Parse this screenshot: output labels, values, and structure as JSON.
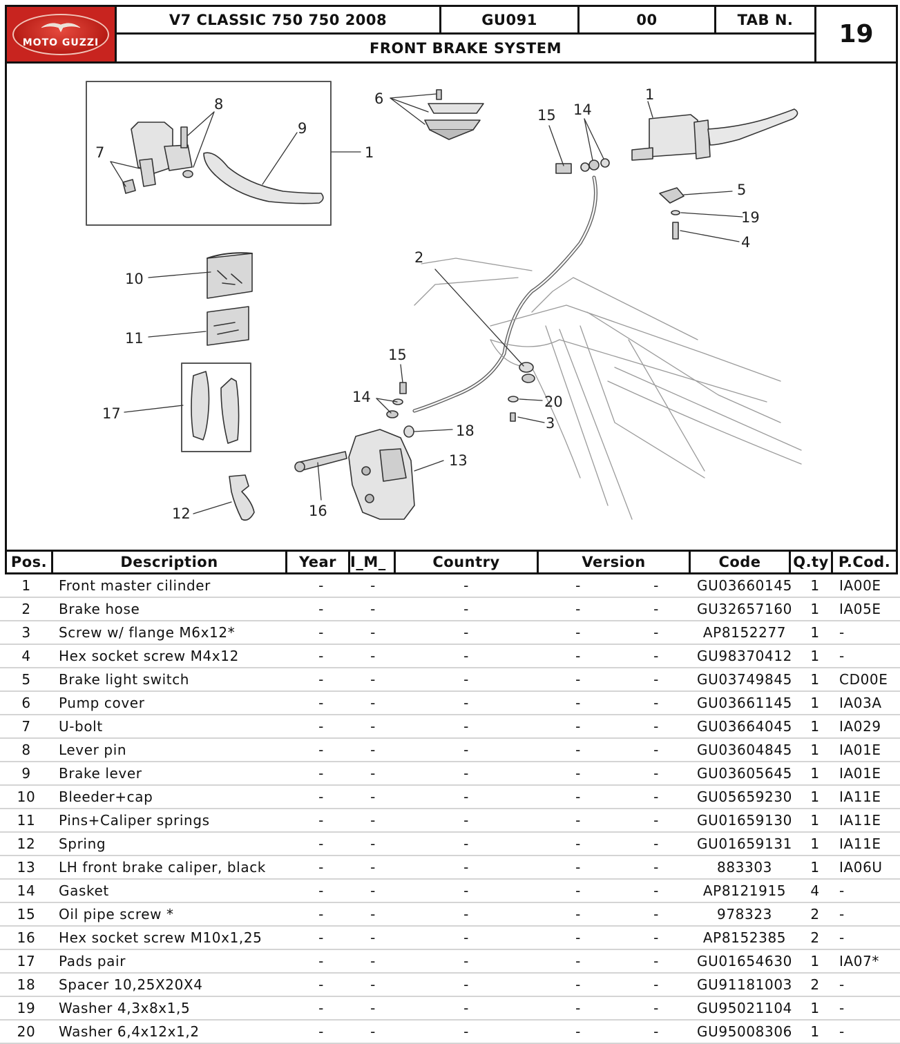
{
  "header": {
    "brand": "MOTO GUZZI",
    "model": "V7 CLASSIC 750 750 2008",
    "code": "GU091",
    "revision": "00",
    "tab_label": "TAB N.",
    "tab_number": "19",
    "section_title": "FRONT BRAKE SYSTEM"
  },
  "diagram": {
    "callouts": [
      "1",
      "1",
      "2",
      "3",
      "4",
      "5",
      "6",
      "7",
      "8",
      "9",
      "10",
      "11",
      "12",
      "13",
      "14",
      "14",
      "15",
      "15",
      "16",
      "17",
      "18",
      "19",
      "20"
    ]
  },
  "table": {
    "columns": [
      "Pos.",
      "Description",
      "Year",
      "I_M_",
      "Country",
      "Version",
      "Code",
      "Q.ty",
      "P.Cod."
    ],
    "rows": [
      {
        "pos": "1",
        "desc": "Front master cilinder",
        "year": "-",
        "im": "-",
        "country": "-",
        "v1": "-",
        "v2": "-",
        "code": "GU03660145",
        "qty": "1",
        "pcod": "IA00E"
      },
      {
        "pos": "2",
        "desc": "Brake hose",
        "year": "-",
        "im": "-",
        "country": "-",
        "v1": "-",
        "v2": "-",
        "code": "GU32657160",
        "qty": "1",
        "pcod": "IA05E"
      },
      {
        "pos": "3",
        "desc": "Screw w/ flange M6x12*",
        "year": "-",
        "im": "-",
        "country": "-",
        "v1": "-",
        "v2": "-",
        "code": "AP8152277",
        "qty": "1",
        "pcod": "-"
      },
      {
        "pos": "4",
        "desc": "Hex socket screw M4x12",
        "year": "-",
        "im": "-",
        "country": "-",
        "v1": "-",
        "v2": "-",
        "code": "GU98370412",
        "qty": "1",
        "pcod": "-"
      },
      {
        "pos": "5",
        "desc": "Brake light switch",
        "year": "-",
        "im": "-",
        "country": "-",
        "v1": "-",
        "v2": "-",
        "code": "GU03749845",
        "qty": "1",
        "pcod": "CD00E"
      },
      {
        "pos": "6",
        "desc": "Pump cover",
        "year": "-",
        "im": "-",
        "country": "-",
        "v1": "-",
        "v2": "-",
        "code": "GU03661145",
        "qty": "1",
        "pcod": "IA03A"
      },
      {
        "pos": "7",
        "desc": "U-bolt",
        "year": "-",
        "im": "-",
        "country": "-",
        "v1": "-",
        "v2": "-",
        "code": "GU03664045",
        "qty": "1",
        "pcod": "IA029"
      },
      {
        "pos": "8",
        "desc": "Lever pin",
        "year": "-",
        "im": "-",
        "country": "-",
        "v1": "-",
        "v2": "-",
        "code": "GU03604845",
        "qty": "1",
        "pcod": "IA01E"
      },
      {
        "pos": "9",
        "desc": "Brake lever",
        "year": "-",
        "im": "-",
        "country": "-",
        "v1": "-",
        "v2": "-",
        "code": "GU03605645",
        "qty": "1",
        "pcod": "IA01E"
      },
      {
        "pos": "10",
        "desc": "Bleeder+cap",
        "year": "-",
        "im": "-",
        "country": "-",
        "v1": "-",
        "v2": "-",
        "code": "GU05659230",
        "qty": "1",
        "pcod": "IA11E"
      },
      {
        "pos": "11",
        "desc": "Pins+Caliper springs",
        "year": "-",
        "im": "-",
        "country": "-",
        "v1": "-",
        "v2": "-",
        "code": "GU01659130",
        "qty": "1",
        "pcod": "IA11E"
      },
      {
        "pos": "12",
        "desc": "Spring",
        "year": "-",
        "im": "-",
        "country": "-",
        "v1": "-",
        "v2": "-",
        "code": "GU01659131",
        "qty": "1",
        "pcod": "IA11E"
      },
      {
        "pos": "13",
        "desc": "LH front brake caliper, black",
        "year": "-",
        "im": "-",
        "country": "-",
        "v1": "-",
        "v2": "-",
        "code": "883303",
        "qty": "1",
        "pcod": "IA06U"
      },
      {
        "pos": "14",
        "desc": "Gasket",
        "year": "-",
        "im": "-",
        "country": "-",
        "v1": "-",
        "v2": "-",
        "code": "AP8121915",
        "qty": "4",
        "pcod": "-"
      },
      {
        "pos": "15",
        "desc": "Oil pipe screw *",
        "year": "-",
        "im": "-",
        "country": "-",
        "v1": "-",
        "v2": "-",
        "code": "978323",
        "qty": "2",
        "pcod": "-"
      },
      {
        "pos": "16",
        "desc": "Hex socket screw M10x1,25",
        "year": "-",
        "im": "-",
        "country": "-",
        "v1": "-",
        "v2": "-",
        "code": "AP8152385",
        "qty": "2",
        "pcod": "-"
      },
      {
        "pos": "17",
        "desc": "Pads pair",
        "year": "-",
        "im": "-",
        "country": "-",
        "v1": "-",
        "v2": "-",
        "code": "GU01654630",
        "qty": "1",
        "pcod": "IA07*"
      },
      {
        "pos": "18",
        "desc": "Spacer 10,25X20X4",
        "year": "-",
        "im": "-",
        "country": "-",
        "v1": "-",
        "v2": "-",
        "code": "GU91181003",
        "qty": "2",
        "pcod": "-"
      },
      {
        "pos": "19",
        "desc": "Washer 4,3x8x1,5",
        "year": "-",
        "im": "-",
        "country": "-",
        "v1": "-",
        "v2": "-",
        "code": "GU95021104",
        "qty": "1",
        "pcod": "-"
      },
      {
        "pos": "20",
        "desc": "Washer 6,4x12x1,2",
        "year": "-",
        "im": "-",
        "country": "-",
        "v1": "-",
        "v2": "-",
        "code": "GU95008306",
        "qty": "1",
        "pcod": "-"
      }
    ]
  }
}
